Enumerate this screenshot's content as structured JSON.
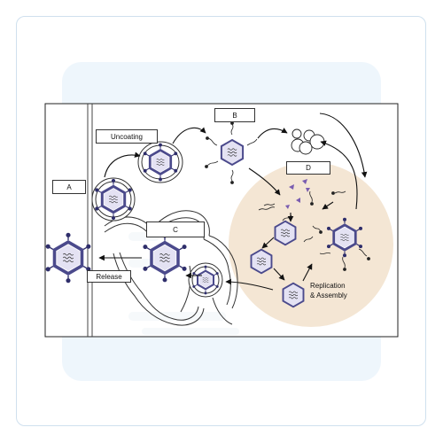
{
  "labels": {
    "a": "A",
    "b": "B",
    "c": "C",
    "d": "D",
    "uncoating": "Uncoating",
    "release": "Release",
    "replication_line1": "Replication",
    "replication_line2": "& Assembly"
  },
  "colors": {
    "card_border": "#cfe0ee",
    "backdrop": "#eef6fc",
    "host_cytoplasm": "#f4e6d4",
    "capsid_fill": "#e4e2f3",
    "capsid_stroke": "#4b4a8c",
    "spike": "#2f2e6b",
    "protein": "#7a5db0",
    "outline": "#222222"
  },
  "icons": [
    "virus-icon",
    "membrane-vesicle-icon",
    "rna-strand-icon",
    "ribosome-icon",
    "capsid-protein-icon",
    "arrow-icon"
  ]
}
